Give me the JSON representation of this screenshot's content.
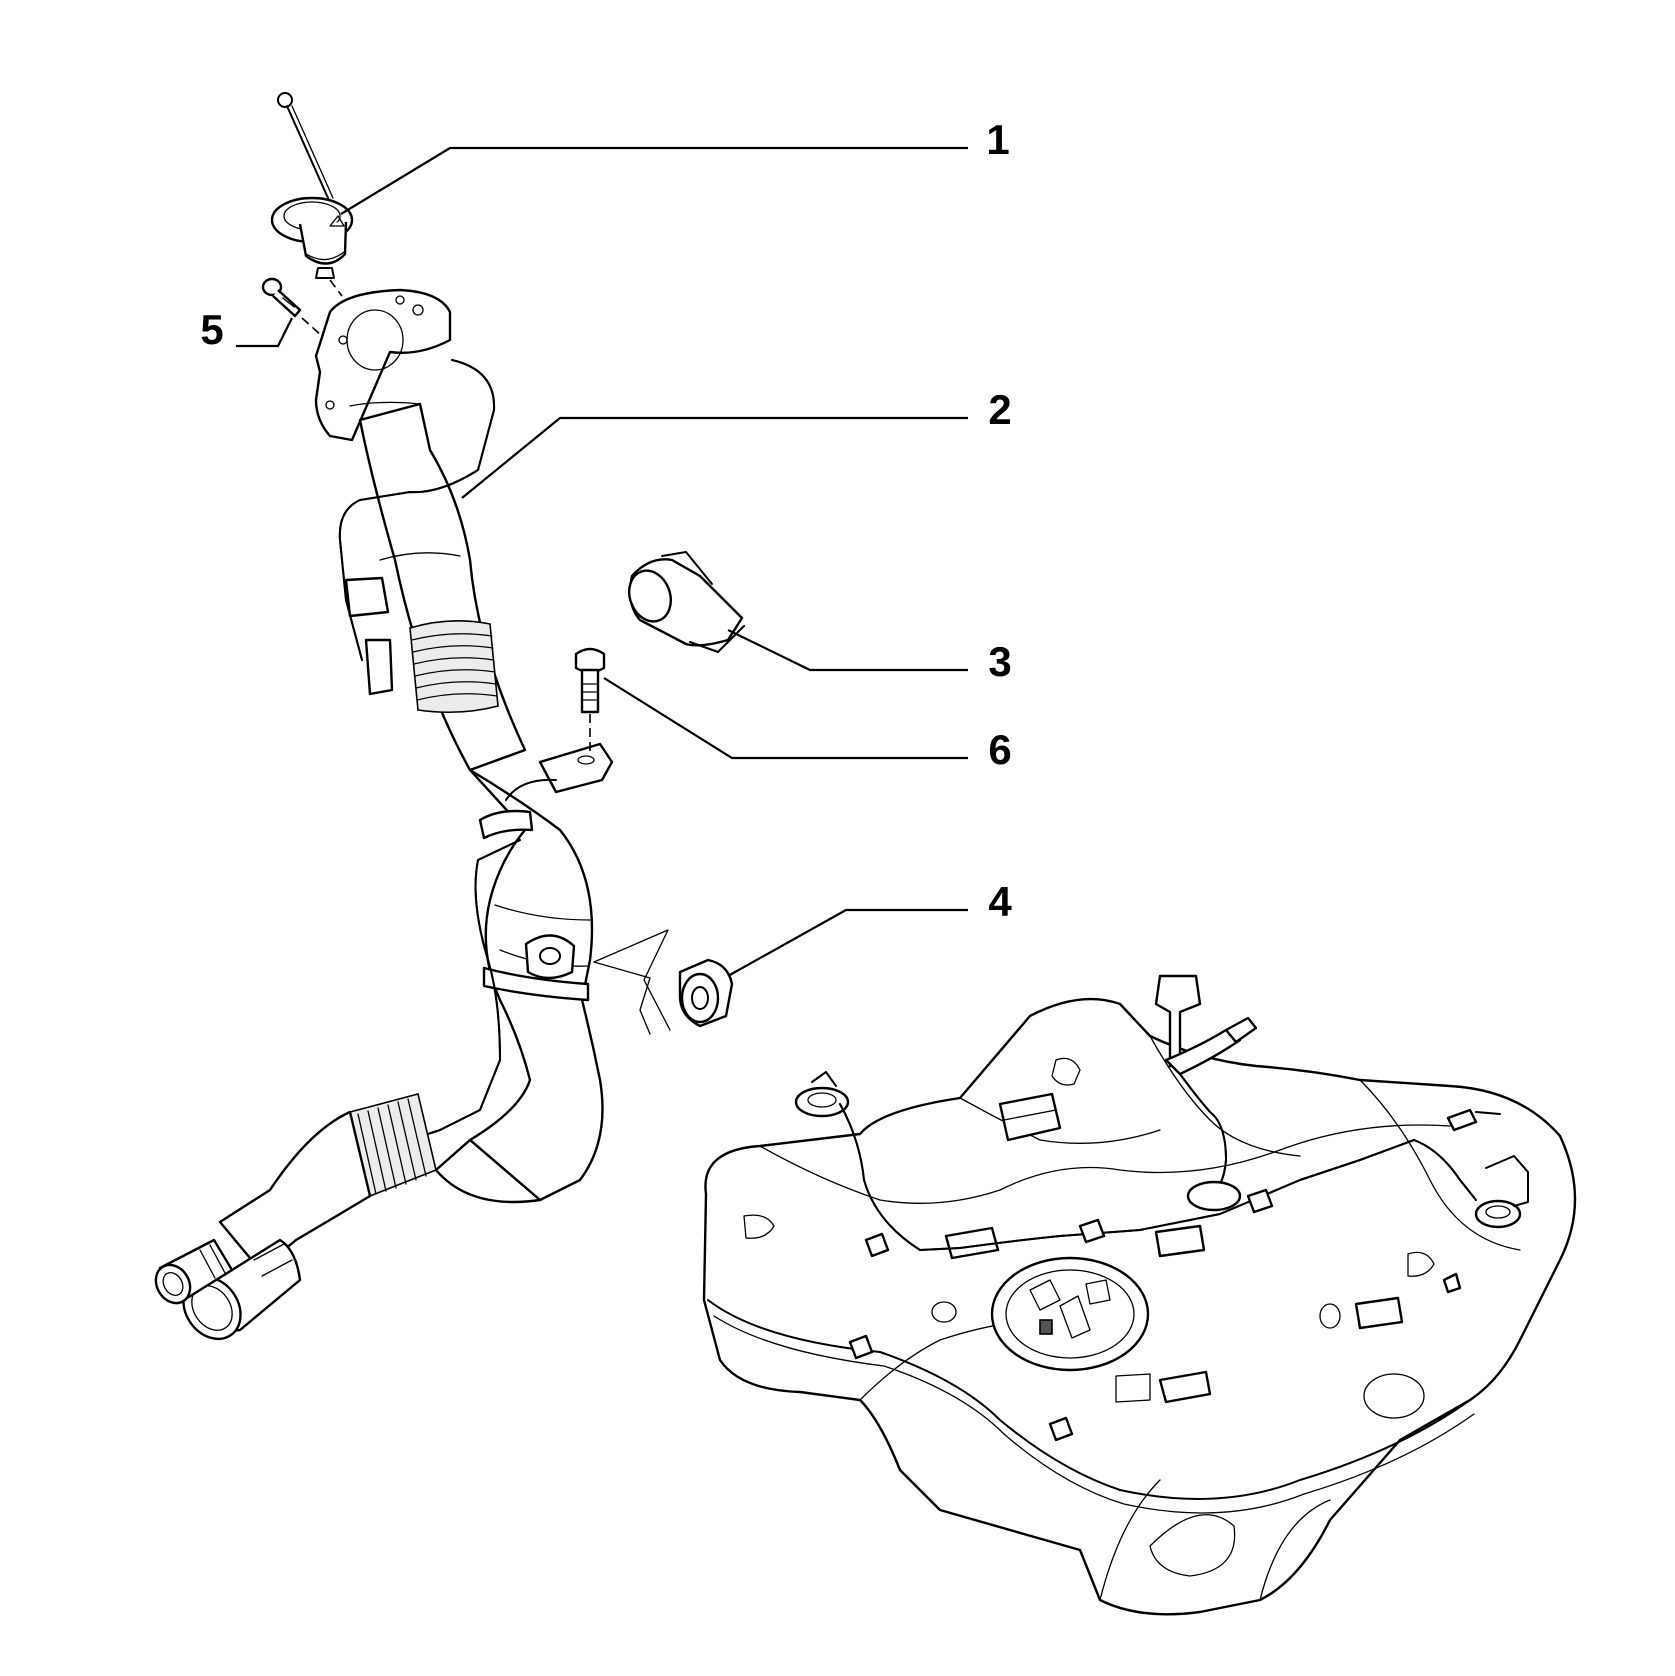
{
  "diagram": {
    "callouts": [
      {
        "id": "1",
        "label": "1",
        "part": "fuel-filler-cap"
      },
      {
        "id": "2",
        "label": "2",
        "part": "fuel-filler-neck"
      },
      {
        "id": "3",
        "label": "3",
        "part": "rubber-pad"
      },
      {
        "id": "4",
        "label": "4",
        "part": "nut"
      },
      {
        "id": "5",
        "label": "5",
        "part": "screw"
      },
      {
        "id": "6",
        "label": "6",
        "part": "bolt"
      }
    ],
    "parts": [
      "fuel-filler-cap",
      "screw",
      "fuel-filler-neck",
      "rubber-pad",
      "bolt",
      "nut",
      "fuel-tank"
    ],
    "colors": {
      "line": "#000000",
      "background": "#ffffff",
      "shade": "#ececec"
    }
  }
}
